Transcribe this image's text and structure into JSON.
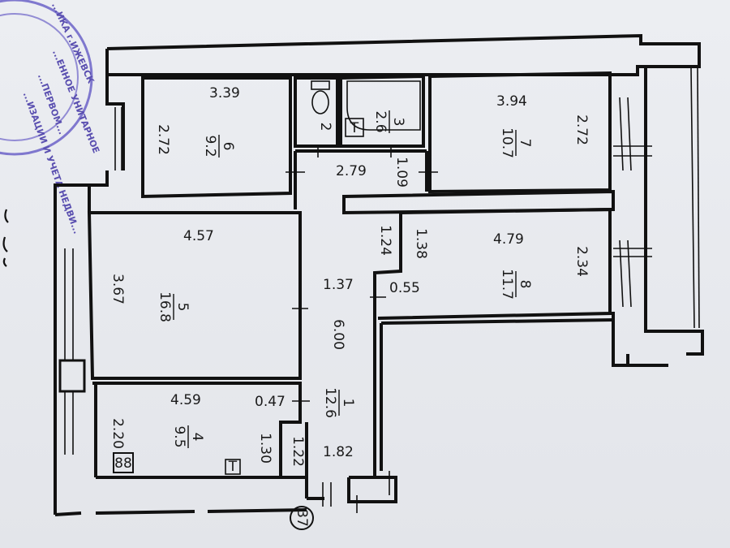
{
  "stamp": {
    "lines": [
      "...ИКА г.ИЖЕВСК",
      "...ЕННОЕ УНИТАРНОЕ",
      "...ПЕРВОМ...",
      "...ИЗАЦИИ И УЧЕТА НЕДВИ..."
    ]
  },
  "rooms": [
    {
      "number": "6",
      "area": "9.2",
      "width": "3.39",
      "depth": "2.72"
    },
    {
      "number": "7",
      "area": "10.7",
      "width": "3.94",
      "depth": "2.72"
    },
    {
      "number": "5",
      "area": "16.8",
      "width": "4.57",
      "depth": "3.67"
    },
    {
      "number": "8",
      "area": "11.7",
      "width": "4.79",
      "depth": "2.34"
    },
    {
      "number": "4",
      "area": "9.5",
      "width": "4.59",
      "depth": "2.20"
    },
    {
      "number": "1",
      "area": "12.6",
      "width": "",
      "depth": ""
    },
    {
      "number": "3",
      "area": "2.6",
      "width": "",
      "depth": ""
    },
    {
      "number": "2",
      "area": "",
      "width": "",
      "depth": ""
    }
  ],
  "dimensions": {
    "hall_width": "2.79",
    "bath_depth": "1.09",
    "corridor_length": "6.00",
    "corridor_width": "1.37",
    "corridor_a": "1.24",
    "corridor_b": "1.38",
    "niche": "0.55",
    "hall_step": "0.47",
    "kitchen_side": "1.30",
    "entry_a": "1.22",
    "entry_b": "1.82"
  },
  "symbols": {
    "stove_label": "88",
    "sink_label": "Т",
    "bath_label": "Т"
  },
  "apartment_marker": "37"
}
